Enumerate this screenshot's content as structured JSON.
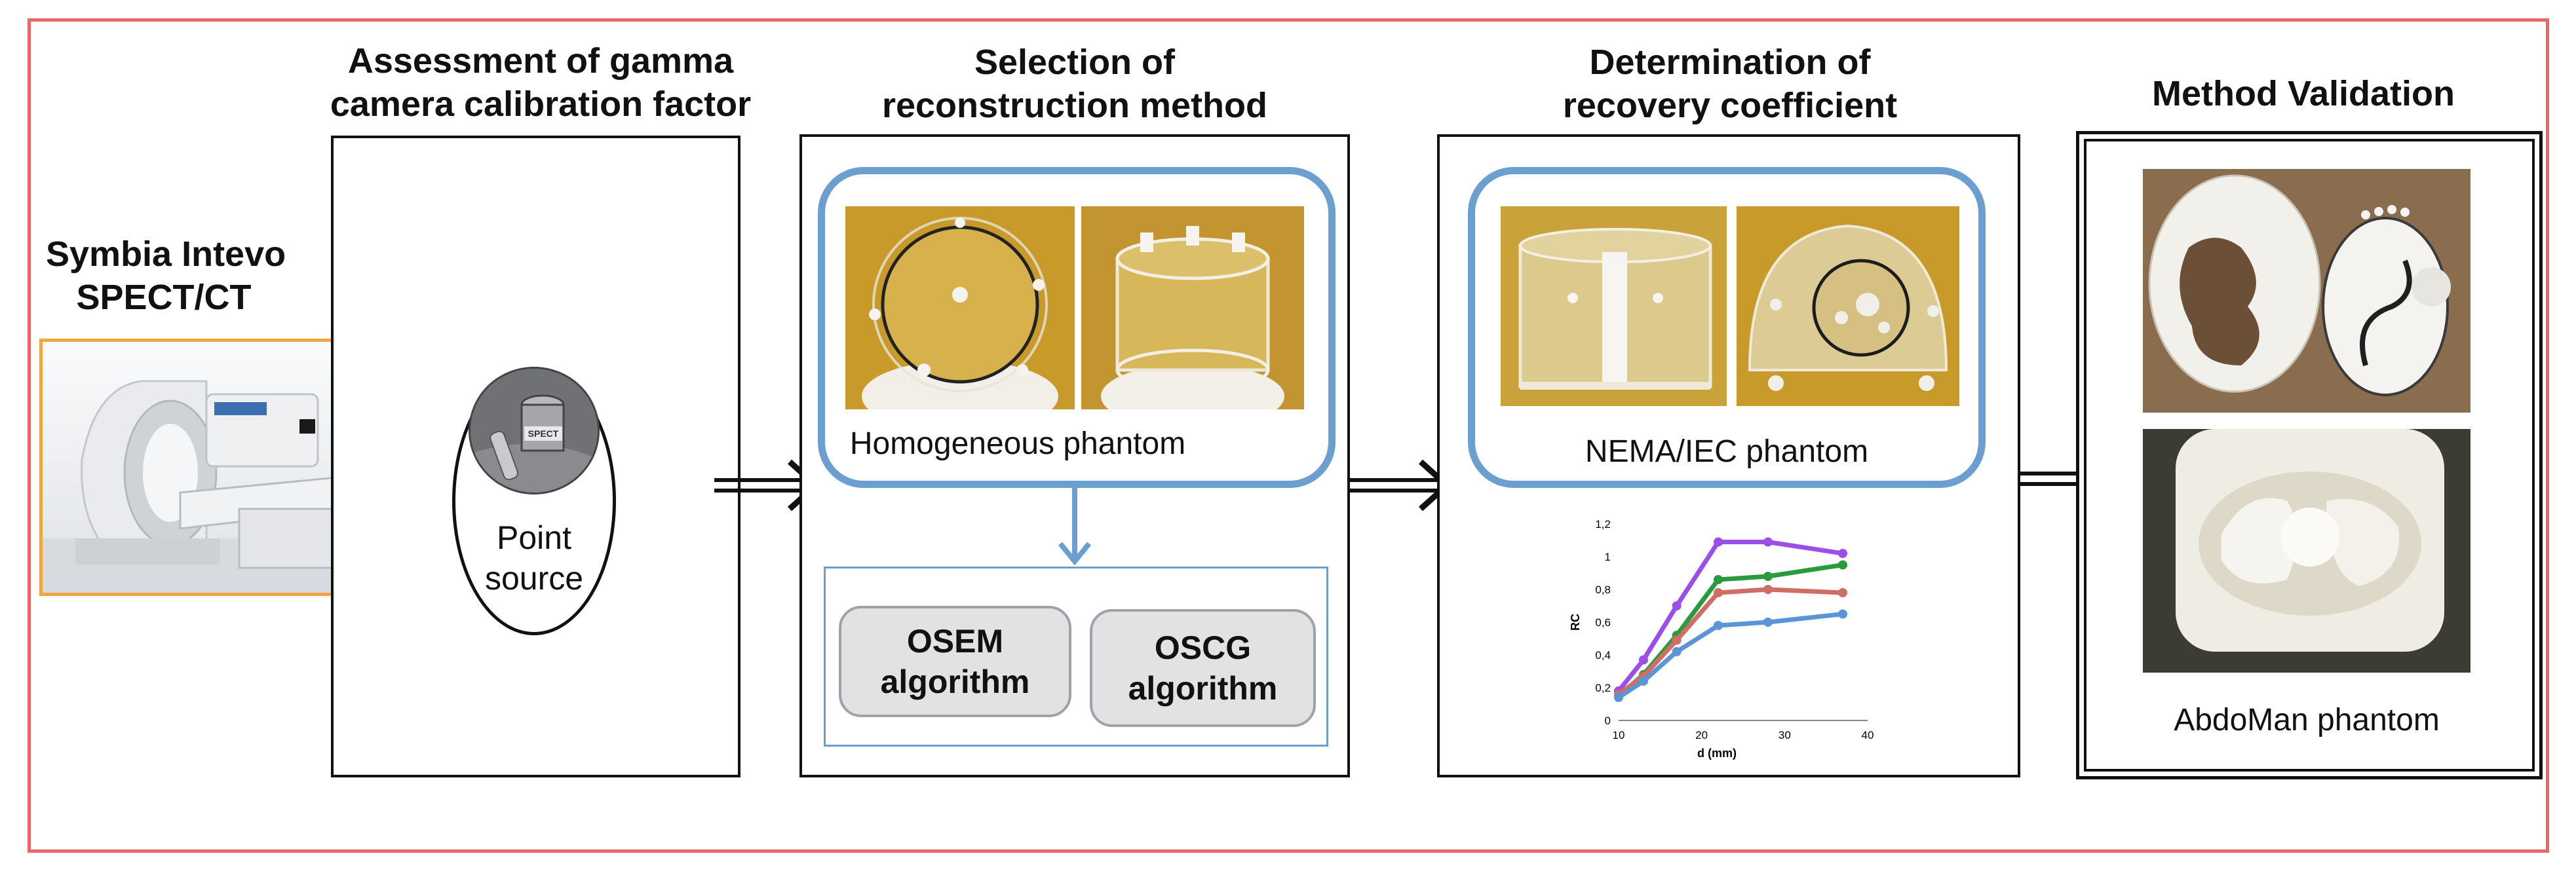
{
  "scanner": {
    "title_line1": "Symbia Intevo",
    "title_line2": "SPECT/CT"
  },
  "stage1": {
    "title_line1": "Assessment of gamma",
    "title_line2": "camera calibration factor",
    "ellipse_line1": "Point",
    "ellipse_line2": "source",
    "vial_label": "SPECT"
  },
  "stage2": {
    "title_line1": "Selection of",
    "title_line2": "reconstruction method",
    "phantom_caption": "Homogeneous phantom",
    "algo1_line1": "OSEM",
    "algo1_line2": "algorithm",
    "algo2_line1": "OSCG",
    "algo2_line2": "algorithm"
  },
  "stage3": {
    "title_line1": "Determination of",
    "title_line2": "recovery coefficient",
    "phantom_caption": "NEMA/IEC phantom"
  },
  "stage4": {
    "title": "Method Validation",
    "phantom_caption": "AbdoMan phantom"
  },
  "colors": {
    "frame": "#e8686a",
    "rounded_box": "#6a9fd0",
    "scanner_border": "#f0a545",
    "photo_background": "#c79a2a"
  },
  "icons": {
    "flow_arrow": "double-arrow-right-icon",
    "down_arrow": "arrow-down-icon"
  },
  "chart_data": {
    "type": "line",
    "xlabel": "d (mm)",
    "ylabel": "RC",
    "xlim": [
      10,
      40
    ],
    "ylim": [
      0,
      1.2
    ],
    "x_ticks": [
      "10",
      "20",
      "30",
      "40"
    ],
    "y_ticks": [
      "0",
      "0,2",
      "0,4",
      "0,6",
      "0,8",
      "1",
      "1,2"
    ],
    "x": [
      10,
      13,
      17,
      22,
      28,
      37
    ],
    "series": [
      {
        "color": "#9b4fe8",
        "values": [
          0.18,
          0.37,
          0.7,
          1.09,
          1.09,
          1.02
        ]
      },
      {
        "color": "#2a9a3e",
        "values": [
          0.15,
          0.28,
          0.52,
          0.86,
          0.88,
          0.95
        ]
      },
      {
        "color": "#d06d65",
        "values": [
          0.16,
          0.27,
          0.49,
          0.78,
          0.8,
          0.78
        ]
      },
      {
        "color": "#5b95d6",
        "values": [
          0.14,
          0.24,
          0.42,
          0.58,
          0.6,
          0.65
        ]
      }
    ]
  }
}
